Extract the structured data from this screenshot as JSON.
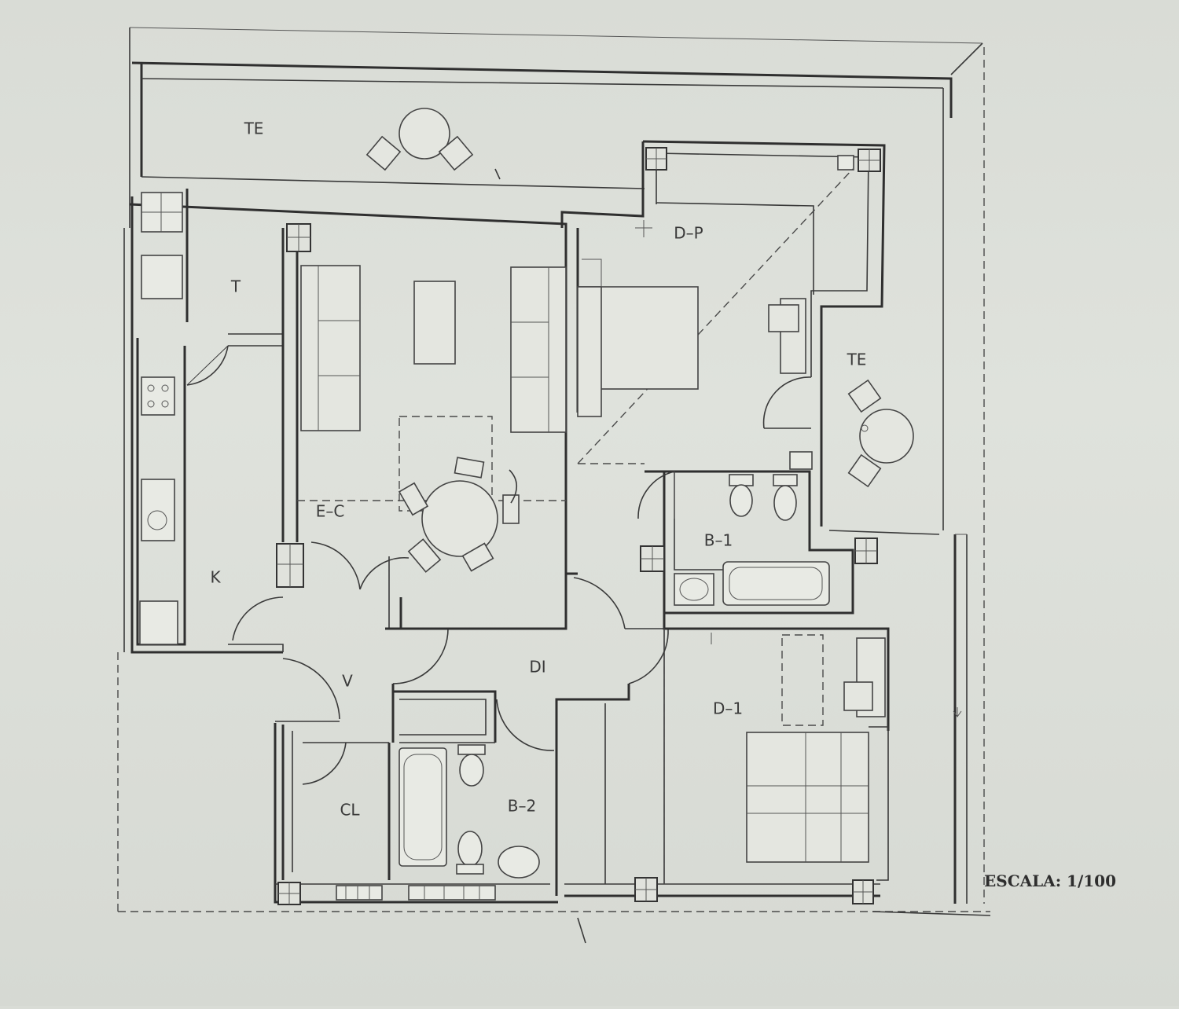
{
  "plan": {
    "title_cut_text": "",
    "scale": "ESCALA: 1/100",
    "rooms": {
      "terrace_top": "TE",
      "laundry": "T",
      "bedroom_master": "D–P",
      "terrace_right": "TE",
      "living_dining": "E–C",
      "kitchen": "K",
      "bathroom_1": "B–1",
      "hall": "V",
      "distributor": "DI",
      "bedroom_1": "D–1",
      "closet": "CL",
      "bathroom_2": "B–2"
    }
  }
}
